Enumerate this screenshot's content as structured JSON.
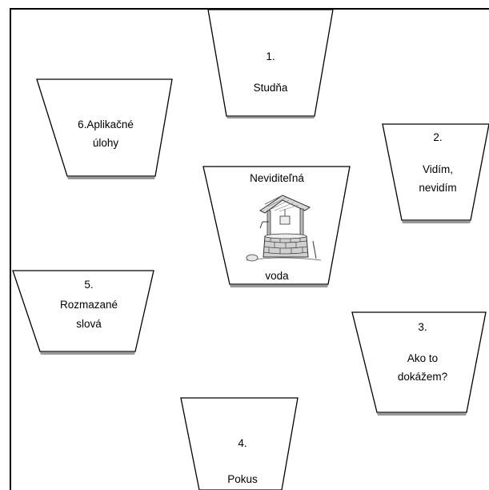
{
  "center": {
    "title": "Neviditeľná",
    "subtitle": "voda",
    "image": "well-icon"
  },
  "stations": [
    {
      "number": "1.",
      "name": "Studňa"
    },
    {
      "number": "2.",
      "name_line1": "Vidím,",
      "name_line2": "nevidím"
    },
    {
      "number": "3.",
      "name_line1": "Ako to",
      "name_line2": "dokážem?"
    },
    {
      "number": "4.",
      "name": "Pokus"
    },
    {
      "number": "5.",
      "name_line1": "Rozmazané",
      "name_line2": "slová"
    },
    {
      "label_line1": "6.Aplikačné",
      "label_line2": "úlohy"
    }
  ]
}
